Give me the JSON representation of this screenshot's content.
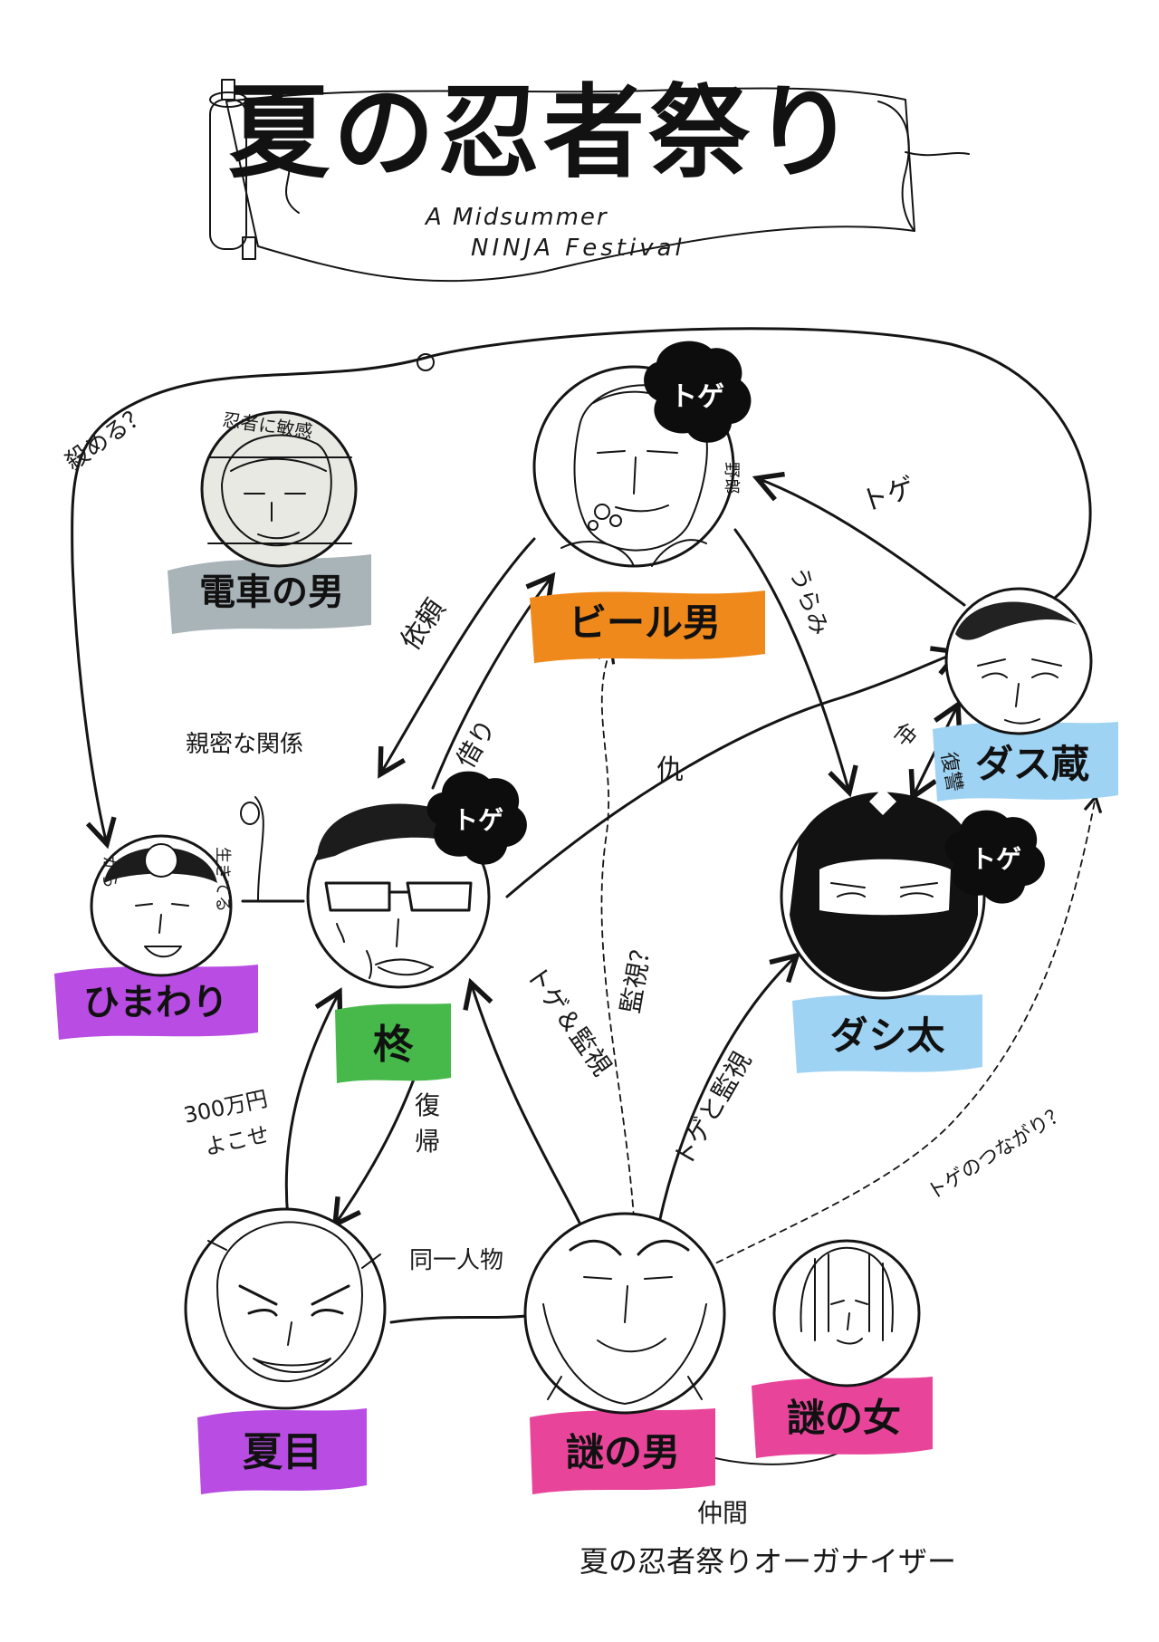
{
  "title": {
    "japanese": "夏の忍者祭り",
    "english_line1": "A Midsummer",
    "english_line2": "NINJA Festival"
  },
  "characters": {
    "densha": {
      "label": "電車の男",
      "note": "忍者に敏感",
      "color": "#a9b4b9"
    },
    "beer": {
      "label": "ビール男",
      "color": "#f0891c",
      "badge": "トゲ",
      "side_note": "野郎"
    },
    "dasuzo": {
      "label": "ダス蔵",
      "color": "#9fd3f4"
    },
    "himawari": {
      "label": "ひまわり",
      "color": "#b84ce3",
      "side_note_left": "から",
      "side_note_right": "生きてる"
    },
    "hiiragi": {
      "label": "柊",
      "color": "#47b84a",
      "badge": "トゲ"
    },
    "dashita": {
      "label": "ダシ太",
      "color": "#9fd3f4",
      "badge": "トゲ"
    },
    "natsume": {
      "label": "夏目",
      "color": "#b84ce3"
    },
    "nazo_otoko": {
      "label": "謎の男",
      "color": "#e8459a"
    },
    "nazo_onna": {
      "label": "謎の女",
      "color": "#e8459a"
    }
  },
  "relations": {
    "kill": "殺める？",
    "close": "親密な関係",
    "request": "依頼",
    "debt": "借り",
    "grudge": "うらみ",
    "toge": "トゲ",
    "revenge": "仇",
    "ally_left": "仲",
    "ally_right": "復讐",
    "watch_q": "監視？",
    "toge_watch": "トゲ＆監視",
    "toge_watch2": "トゲと監視",
    "money_1": "300万円",
    "money_2": "よこせ",
    "return_1": "復",
    "return_2": "帰",
    "same_person": "同一人物",
    "toge_link_q": "トゲのつながり？",
    "companion": "仲間",
    "organizer": "夏の忍者祭りオーガナイザー"
  },
  "palette": {
    "ink": "#151515",
    "toge_blob": "#0d0d0d"
  }
}
